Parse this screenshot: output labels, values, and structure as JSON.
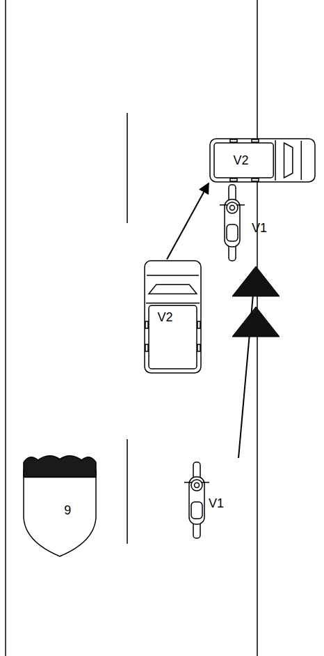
{
  "diagram": {
    "nodes": [
      {
        "text": [
          "V2"
        ]
      },
      {
        "text": [
          "V2"
        ]
      },
      {
        "text": [
          "9"
        ]
      }
    ],
    "edges": [
      {
        "from": 1,
        "to": 0,
        "arrow": "to"
      }
    ],
    "labels": [
      "V1",
      "V1"
    ]
  }
}
